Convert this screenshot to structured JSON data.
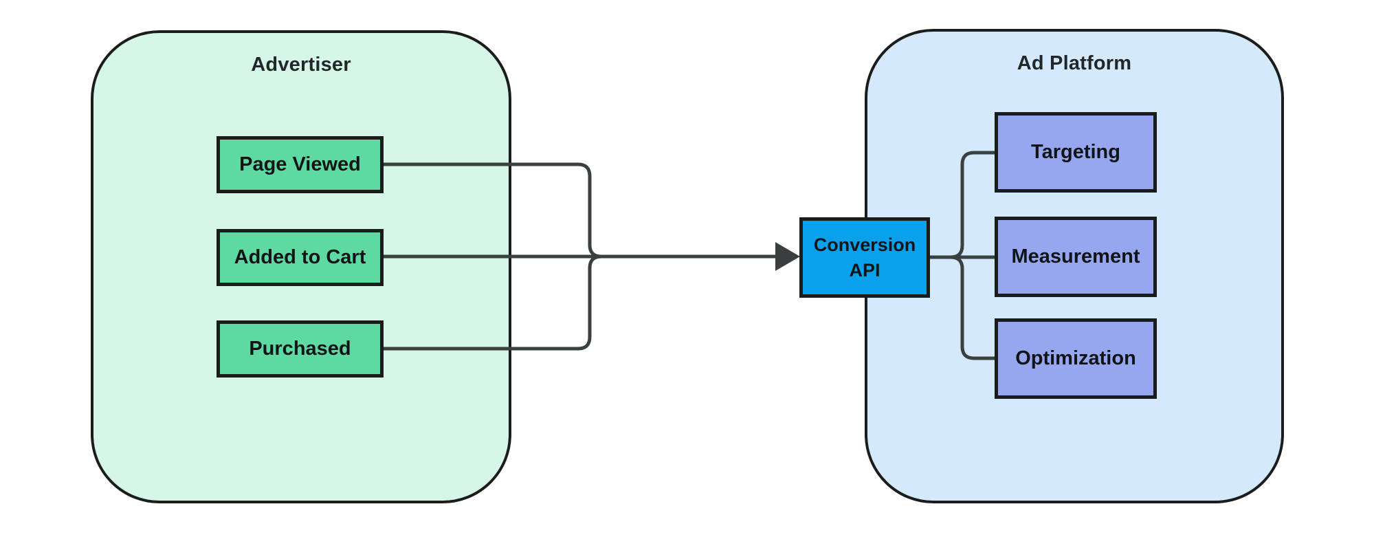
{
  "colors": {
    "mint": "#d6f7e7",
    "lightblue": "#d4eafc",
    "green": "#5ed9a2",
    "purple": "#96a7ef",
    "capi": "#0aa1ec",
    "line": "#3a403f",
    "title-text": "#21262b",
    "node-text": "#101418"
  },
  "advertiser": {
    "title": "Advertiser",
    "nodes": [
      {
        "label": "Page Viewed"
      },
      {
        "label": "Added to Cart"
      },
      {
        "label": "Purchased"
      }
    ]
  },
  "conversion_api": {
    "label": "Conversion API"
  },
  "ad_platform": {
    "title": "Ad Platform",
    "nodes": [
      {
        "label": "Targeting"
      },
      {
        "label": "Measurement"
      },
      {
        "label": "Optimization"
      }
    ]
  },
  "edges": [
    {
      "from": "Page Viewed",
      "to": "Conversion API"
    },
    {
      "from": "Added to Cart",
      "to": "Conversion API"
    },
    {
      "from": "Purchased",
      "to": "Conversion API"
    },
    {
      "from": "Conversion API",
      "to": "Targeting"
    },
    {
      "from": "Conversion API",
      "to": "Measurement"
    },
    {
      "from": "Conversion API",
      "to": "Optimization"
    }
  ]
}
